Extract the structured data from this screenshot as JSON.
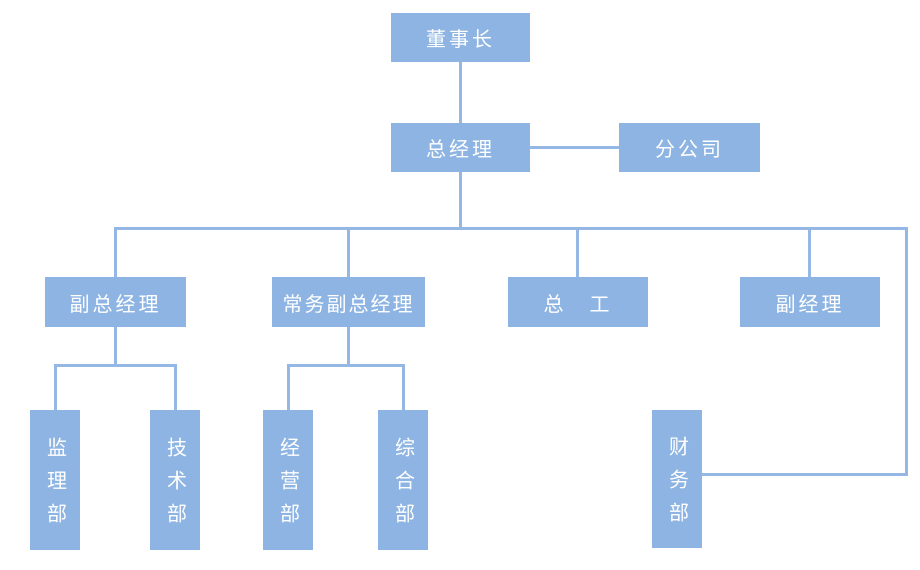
{
  "diagram": {
    "type": "org-chart",
    "colors": {
      "box_fill": "#8DB4E2",
      "connector": "#94B7E4",
      "text": "#FFFFFF",
      "background": "#FFFFFF"
    },
    "nodes": {
      "chairman": {
        "label": "董事长"
      },
      "general_manager": {
        "label": "总经理"
      },
      "branch_company": {
        "label": "分公司"
      },
      "deputy_general_manager": {
        "label": "副总经理"
      },
      "executive_deputy_general_manager": {
        "label": "常务副总经理"
      },
      "chief_engineer": {
        "label": "总　工"
      },
      "deputy_manager": {
        "label": "副经理"
      },
      "supervision_department": {
        "label": "监理部"
      },
      "technology_department": {
        "label": "技术部"
      },
      "operations_department": {
        "label": "经营部"
      },
      "general_affairs_department": {
        "label": "综合部"
      },
      "finance_department": {
        "label": "财务部"
      }
    },
    "edges": [
      {
        "from": "董事长",
        "to": "总经理"
      },
      {
        "from": "总经理",
        "to": "分公司"
      },
      {
        "from": "总经理",
        "to": "副总经理"
      },
      {
        "from": "总经理",
        "to": "常务副总经理"
      },
      {
        "from": "总经理",
        "to": "总　工"
      },
      {
        "from": "总经理",
        "to": "副经理"
      },
      {
        "from": "总经理",
        "to": "财务部"
      },
      {
        "from": "副总经理",
        "to": "监理部"
      },
      {
        "from": "副总经理",
        "to": "技术部"
      },
      {
        "from": "常务副总经理",
        "to": "经营部"
      },
      {
        "from": "常务副总经理",
        "to": "综合部"
      }
    ]
  }
}
